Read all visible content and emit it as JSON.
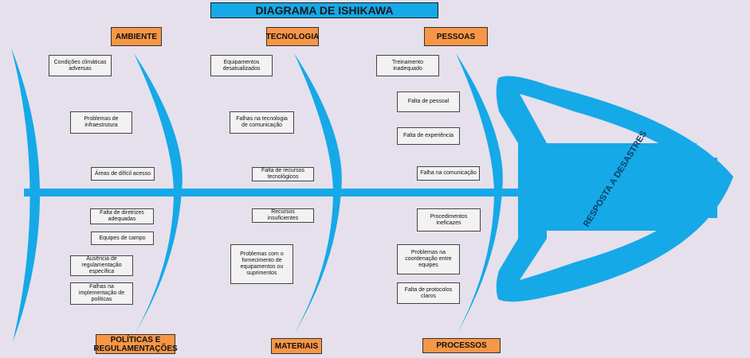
{
  "title": "DIAGRAMA DE ISHIKAWA",
  "effect": "RESPOSTA A DESASTRES",
  "colors": {
    "fish": "#15a9e8",
    "category": "#f79646",
    "cause_box": "#f2f2f2",
    "background": "#e6e0ec"
  },
  "categories": {
    "ambiente": "AMBIENTE",
    "tecnologia": "TECNOLOGIA",
    "pessoas": "PESSOAS",
    "politicas": "POLÍTICAS E REGULAMENTAÇÕES",
    "materiais": "MATERIAIS",
    "processos": "PROCESSOS"
  },
  "causes": {
    "ambiente": [
      "Condições climáticas adversas",
      "Problemas de infraestrutura",
      "Áreas de difícil acesso"
    ],
    "tecnologia": [
      "Equipamentos desatualizados",
      "Falhas na tecnologia de comunicação",
      "Falta de recursos tecnológicos"
    ],
    "pessoas": [
      "Treinamento inadequado",
      "Falta de pessoal",
      "Falta de experiência",
      "Falha na comunicação"
    ],
    "politicas": [
      "Falta de diretrizes adequadas",
      "Equipes de campo",
      "Ausência de regulamentação específica",
      "Falhas na implementação de políticas"
    ],
    "materiais": [
      "Recursos insuficientes",
      "Problemas com o fornecimento de equipamentos ou suprimentos"
    ],
    "processos": [
      "Procedimentos ineficazes",
      "Problemas na coordenação entre equipes",
      "Falta de protocolos claros"
    ]
  }
}
